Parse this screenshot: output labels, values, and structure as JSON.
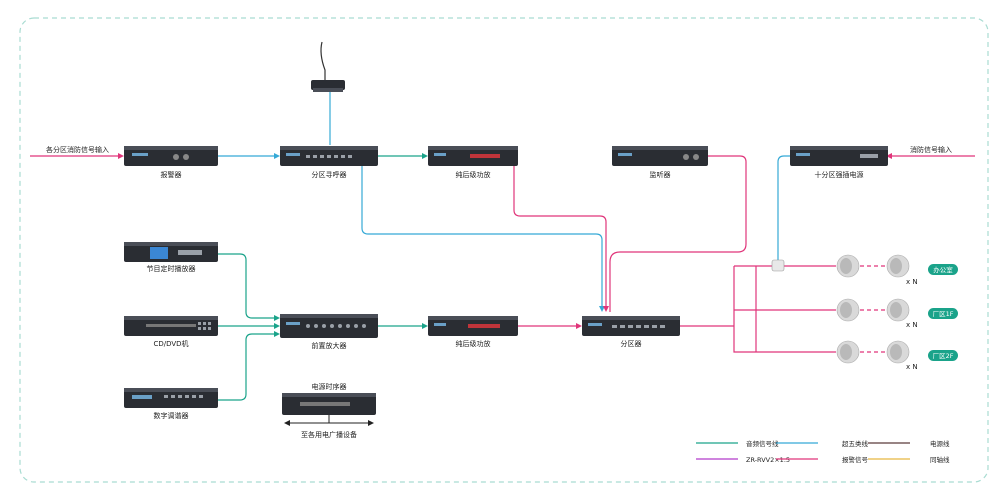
{
  "diagram": {
    "inputs": {
      "left": "各分区消防信号输入",
      "right": "消防信号输入"
    },
    "devices": {
      "alarm": "报警器",
      "zone_pager": "分区寻呼器",
      "pure_amp_top": "纯后级功放",
      "monitor": "监听器",
      "power_ten_zone": "十分区强插电源",
      "program_player": "节目定时播放器",
      "cd_dvd": "CD/DVD机",
      "tuner": "数字调谐器",
      "preamp": "前置放大器",
      "pure_amp_mid": "纯后级功放",
      "zone_divider": "分区器",
      "power_sequencer": "电源时序器",
      "to_broadcast": "至各用电广播设备"
    },
    "zones": [
      {
        "tag": "办公室",
        "multiplier": "x N"
      },
      {
        "tag": "厂区1F",
        "multiplier": "x N"
      },
      {
        "tag": "厂区2F",
        "multiplier": "x N"
      }
    ],
    "legend": [
      {
        "label": "音频信号线",
        "color": "#1aa38a"
      },
      {
        "label": "超五类线",
        "color": "#35a9d6"
      },
      {
        "label": "电源线",
        "color": "#5a3b3b"
      },
      {
        "label": "ZR-RVV2×1.5",
        "color": "#b23ac9"
      },
      {
        "label": "报警信号",
        "color": "#e0357a"
      },
      {
        "label": "同轴线",
        "color": "#e8b640"
      }
    ],
    "colors": {
      "audio": "#1aa38a",
      "cat5": "#35a9d6",
      "alarm": "#e0357a",
      "rvv": "#b23ac9",
      "power": "#5a3b3b",
      "border": "#a9dcd2",
      "tag": "#1aa38a"
    }
  }
}
